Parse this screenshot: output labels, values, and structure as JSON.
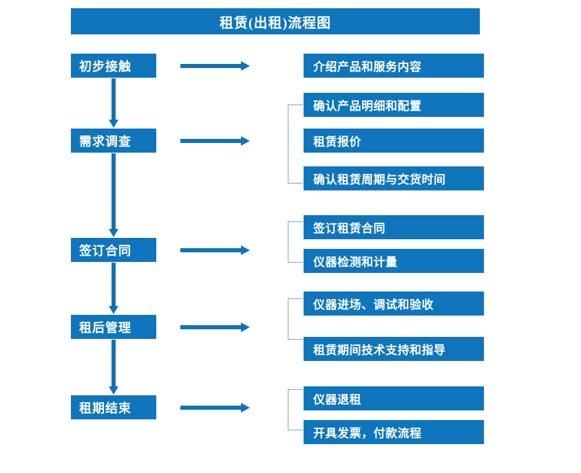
{
  "title": "租赁(出租)流程图",
  "theme": {
    "box_blue": "#0f75bd",
    "bracket_blue": "#6fa8d4",
    "arrow_blue": "#1272b6",
    "background": "#ffffff",
    "text": "#ffffff"
  },
  "stages": [
    {
      "label": "初步接触",
      "details": [
        "介绍产品和服务内容"
      ],
      "has_bracket": false
    },
    {
      "label": "需求调查",
      "details": [
        "确认产品明细和配置",
        "租赁报价",
        "确认租赁周期与交货时间"
      ],
      "has_bracket": true
    },
    {
      "label": "签订合同",
      "details": [
        "签订租赁合同",
        "仪器检测和计量"
      ],
      "has_bracket": true
    },
    {
      "label": "租后管理",
      "details": [
        "仪器进场、调试和验收",
        "租赁期间技术支持和指导"
      ],
      "has_bracket": true
    },
    {
      "label": "租期结束",
      "details": [
        "仪器退租",
        "开具发票，付款流程"
      ],
      "has_bracket": true
    }
  ],
  "details_flat": [
    "介绍产品和服务内容",
    "确认产品明细和配置",
    "租赁报价",
    "确认租赁周期与交货时间",
    "签订租赁合同",
    "仪器检测和计量",
    "仪器进场、调试和验收",
    "租赁期间技术支持和指导",
    "仪器退租",
    "开具发票，付款流程"
  ]
}
